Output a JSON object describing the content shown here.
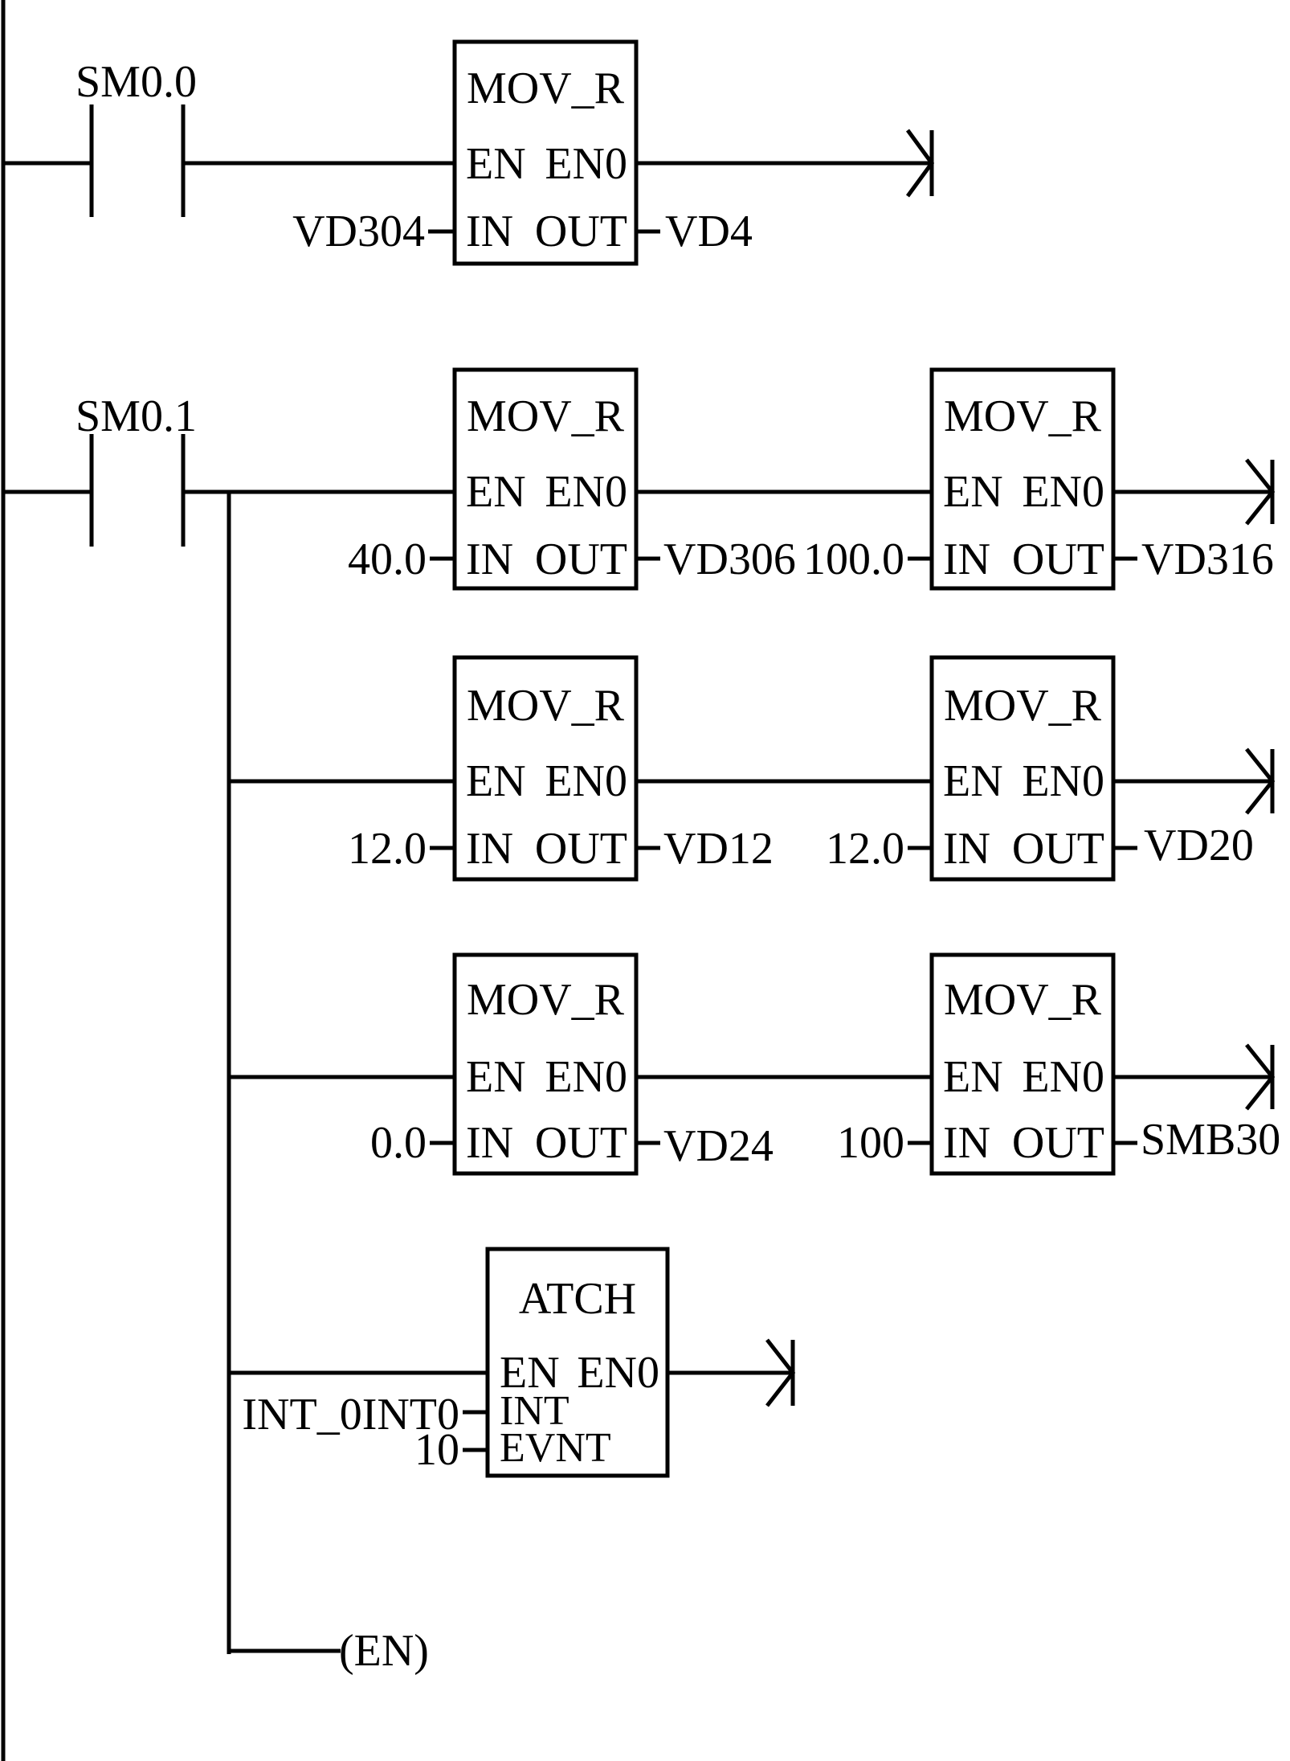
{
  "network1": {
    "contact": "SM0.0",
    "box": {
      "name": "MOV_R",
      "en": "EN",
      "eno": "EN0",
      "in": "IN",
      "out": "OUT",
      "in_val": "VD304",
      "out_val": "VD4"
    }
  },
  "network2": {
    "contact": "SM0.1",
    "row1": {
      "box_a": {
        "name": "MOV_R",
        "en": "EN",
        "eno": "EN0",
        "in": "IN",
        "out": "OUT",
        "in_val": "40.0",
        "out_val": "VD306"
      },
      "box_b": {
        "name": "MOV_R",
        "en": "EN",
        "eno": "EN0",
        "in": "IN",
        "out": "OUT",
        "in_val": "100.0",
        "out_val": "VD316"
      }
    },
    "row2": {
      "box_a": {
        "name": "MOV_R",
        "en": "EN",
        "eno": "EN0",
        "in": "IN",
        "out": "OUT",
        "in_val": "12.0",
        "out_val": "VD12"
      },
      "box_b": {
        "name": "MOV_R",
        "en": "EN",
        "eno": "EN0",
        "in": "IN",
        "out": "OUT",
        "in_val": "12.0",
        "out_val": "VD20"
      }
    },
    "row3": {
      "box_a": {
        "name": "MOV_R",
        "en": "EN",
        "eno": "EN0",
        "in": "IN",
        "out": "OUT",
        "in_val": "0.0",
        "out_val": "VD24"
      },
      "box_b": {
        "name": "MOV_R",
        "en": "EN",
        "eno": "EN0",
        "in": "IN",
        "out": "OUT",
        "in_val": "100",
        "out_val": "SMB30"
      }
    },
    "atch": {
      "name": "ATCH",
      "en": "EN",
      "eno": "EN0",
      "int_label": "INT",
      "evnt_label": "EVNT",
      "int_val": "INT_0INT0",
      "evnt_val": "10"
    },
    "coil": "(EN)"
  }
}
